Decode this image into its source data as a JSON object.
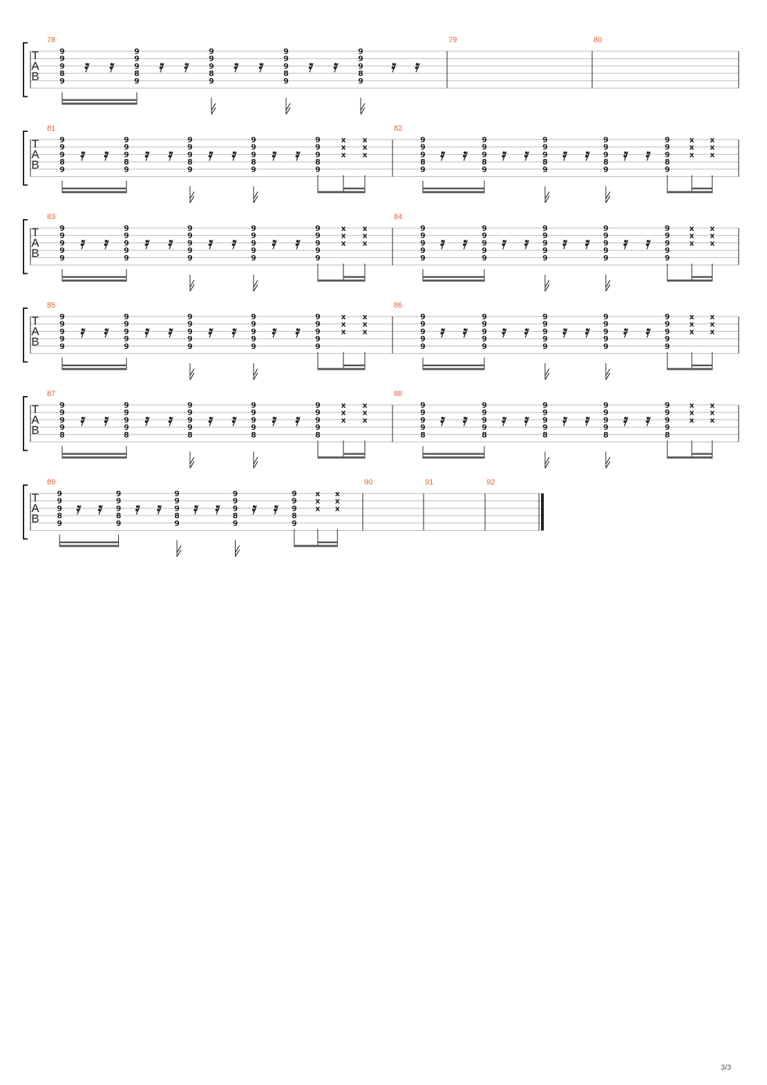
{
  "document": {
    "type": "guitar tablature",
    "page_number": "3/3",
    "clef_letters": [
      "T",
      "A",
      "B"
    ],
    "colors": {
      "measure_number": "#e8602c",
      "staff_line": "#b8b8b8",
      "ink": "#222222"
    }
  },
  "systems": [
    {
      "measures": [
        {
          "number": "78",
          "pattern": "chord-rest",
          "chord": [
            "9",
            "9",
            "9",
            "8",
            "9"
          ]
        },
        {
          "number": "79",
          "pattern": "empty"
        },
        {
          "number": "80",
          "pattern": "empty"
        }
      ]
    },
    {
      "measures": [
        {
          "number": "81",
          "pattern": "full",
          "chord": [
            "9",
            "9",
            "9",
            "8",
            "9"
          ]
        },
        {
          "number": "82",
          "pattern": "full",
          "chord": [
            "9",
            "9",
            "9",
            "8",
            "9"
          ]
        }
      ]
    },
    {
      "measures": [
        {
          "number": "83",
          "pattern": "full",
          "chord": [
            "9",
            "9",
            "9",
            "9",
            "9"
          ]
        },
        {
          "number": "84",
          "pattern": "full",
          "chord": [
            "9",
            "9",
            "9",
            "9",
            "9"
          ]
        }
      ]
    },
    {
      "measures": [
        {
          "number": "85",
          "pattern": "full",
          "chord": [
            "9",
            "9",
            "9",
            "9",
            "9"
          ]
        },
        {
          "number": "86",
          "pattern": "full",
          "chord": [
            "9",
            "9",
            "9",
            "9",
            "9"
          ]
        }
      ]
    },
    {
      "measures": [
        {
          "number": "87",
          "pattern": "full",
          "chord": [
            "9",
            "9",
            "9",
            "9",
            "8"
          ]
        },
        {
          "number": "88",
          "pattern": "full",
          "chord": [
            "9",
            "9",
            "9",
            "9",
            "8"
          ]
        }
      ]
    },
    {
      "measures": [
        {
          "number": "89",
          "pattern": "full",
          "chord": [
            "9",
            "9",
            "9",
            "8",
            "9"
          ]
        },
        {
          "number": "90",
          "pattern": "empty"
        },
        {
          "number": "91",
          "pattern": "empty"
        },
        {
          "number": "92",
          "pattern": "empty",
          "final": true
        }
      ]
    }
  ],
  "dead_note_symbol": "x"
}
